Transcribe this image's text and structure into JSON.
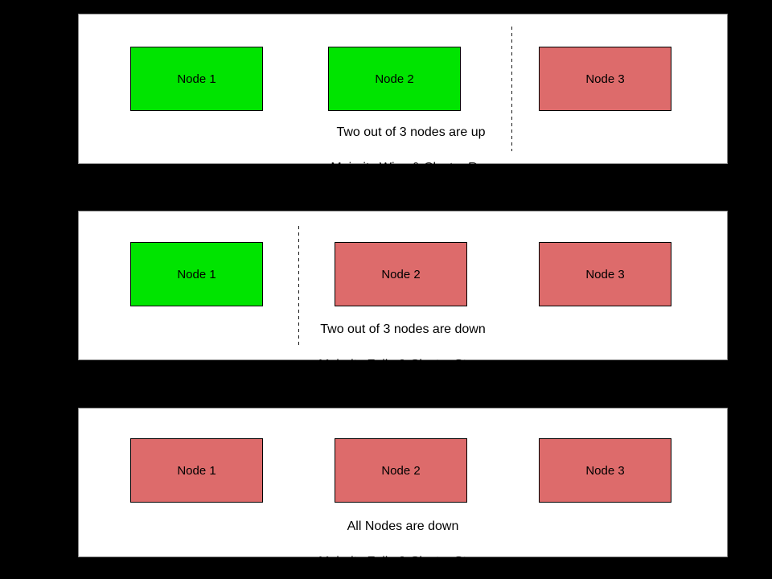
{
  "page": {
    "background_color": "#000000",
    "panel_background_color": "#ffffff",
    "panel_border_color": "#8a8a8a"
  },
  "colors": {
    "node_up": "#00e400",
    "node_down": "#dd6b6b",
    "node_border": "#000000",
    "text": "#000000",
    "divider": "#1a1a1a"
  },
  "panels": [
    {
      "id": "two-nodes-up",
      "nodes": [
        {
          "label": "Node 1",
          "status": "up"
        },
        {
          "label": "Node 2",
          "status": "up"
        },
        {
          "label": "Node 3",
          "status": "down"
        }
      ],
      "divider": {
        "present": true,
        "location": "between Node 2 and Node 3"
      },
      "caption_line1": "Two out of 3 nodes are up",
      "caption_line2": ", Majority Wins & Cluster Runs"
    },
    {
      "id": "two-nodes-down",
      "nodes": [
        {
          "label": "Node 1",
          "status": "up"
        },
        {
          "label": "Node 2",
          "status": "down"
        },
        {
          "label": "Node 3",
          "status": "down"
        }
      ],
      "divider": {
        "present": true,
        "location": "between Node 1 and Node 2"
      },
      "caption_line1": "Two out of 3 nodes are down",
      "caption_line2": "Majority Fails & Cluster Stops"
    },
    {
      "id": "all-nodes-down",
      "nodes": [
        {
          "label": "Node 1",
          "status": "down"
        },
        {
          "label": "Node 2",
          "status": "down"
        },
        {
          "label": "Node 3",
          "status": "down"
        }
      ],
      "divider": {
        "present": false,
        "location": ""
      },
      "caption_line1": "All Nodes are down",
      "caption_line2": "Majority Fails & Cluster Stops"
    }
  ]
}
